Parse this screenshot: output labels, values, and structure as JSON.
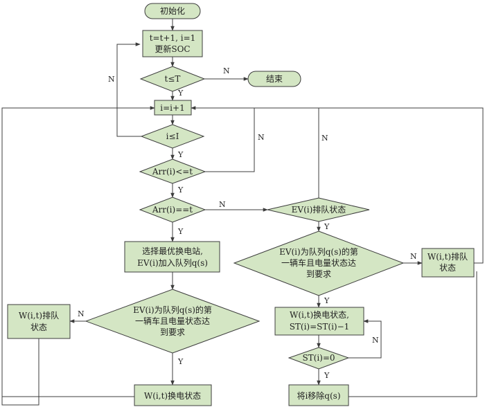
{
  "nodes": {
    "init": "初始化",
    "update": [
      "t=t+1, i=1",
      "更新SOC"
    ],
    "check_t": "t≤T",
    "end": "结束",
    "inc_i": "i=i+1",
    "check_i": "i≤I",
    "arr_le": "Arr(i)<=t",
    "arr_eq": "Arr(i)==t",
    "select": [
      "选择最优换电站,",
      "EV(i)加入队列q(s)"
    ],
    "dec_left": [
      "EV(i)为队列q(s)的第",
      "一辆车且电量状态达",
      "到要求"
    ],
    "queue_left": [
      "W(i,t)排队",
      "状态"
    ],
    "swap_left": "W(i,t)换电状态",
    "ev_queue": "EV(i)排队状态",
    "dec_right": [
      "EV(i)为队列q(s)的第",
      "一辆车且电量状态达",
      "到要求"
    ],
    "queue_right": [
      "W(i,t)排队",
      "状态"
    ],
    "swap_right": [
      "W(i,t)换电状态,",
      "ST(i)=ST(i)−1"
    ],
    "st_zero": "ST(i)=0",
    "remove": "将i移除q(s)"
  },
  "edge_labels": {
    "yes": "Y",
    "no": "N"
  }
}
